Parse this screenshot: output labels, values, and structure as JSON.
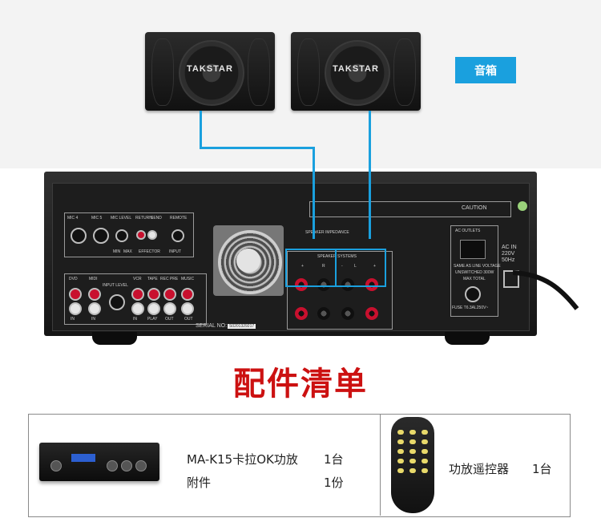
{
  "speaker_label": "音箱",
  "speaker_brand": "TAKSTAR",
  "heading": "配件清单",
  "panel_text": {
    "serial": "SERIAL NO:",
    "serial_number": "S0201329217",
    "speaker_systems": "SPEAKER SYSTEMS",
    "speaker_impedance": "SPEAKER IMPEDANCE",
    "ac_outlets": "AC OUTLETS",
    "ac_in": "AC IN",
    "ac_volts": "220V",
    "ac_hz": "50Hz",
    "fuse": "FUSE T6.3AL250V~",
    "same_line": "SAME AS LINE VOLTAGE",
    "unswitched": "UNSWITCHED 300W",
    "max_total": "MAX TOTAL",
    "caution": "CAUTION",
    "mic4": "MIC 4",
    "mic5": "MIC 5",
    "miclevel": "MIC LEVEL",
    "return": "RETURN",
    "send": "SEND",
    "remote": "REMOTE",
    "min": "MIN",
    "max": "MAX",
    "effector": "EFFECTOR",
    "input": "INPUT",
    "dvd": "DVD",
    "midi": "MIDI",
    "vcr": "VCR",
    "tape": "TAPE",
    "rec_pre": "REC PRE",
    "music": "MUSIC",
    "input_level": "INPUT LEVEL",
    "in1": "IN",
    "in2": "IN",
    "in3": "IN",
    "play": "PLAY",
    "out1": "OUT",
    "out2": "OUT",
    "plus": "+",
    "r": "R",
    "l": "L",
    "minus": "-"
  },
  "items": [
    {
      "name": "MA-K15卡拉OK功放",
      "qty": "1台"
    },
    {
      "name": "附件",
      "qty": "1份"
    },
    {
      "name": "功放遥控器",
      "qty": "1台"
    }
  ],
  "colors": {
    "accent": "#1aa0de",
    "heading": "#cc1111"
  }
}
